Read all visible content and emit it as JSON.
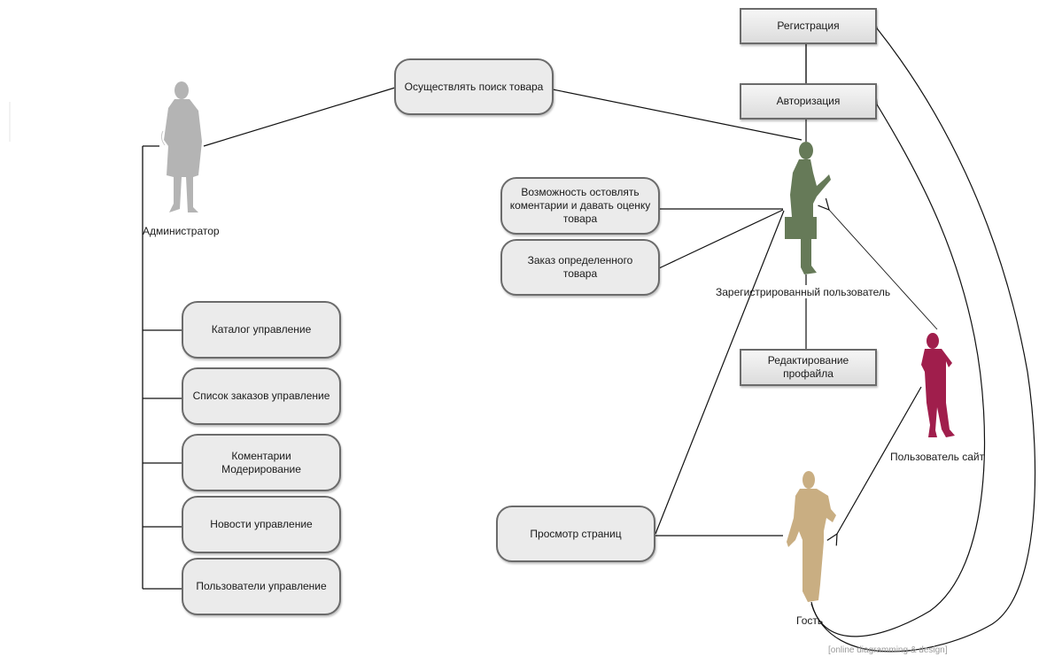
{
  "actors": {
    "admin": {
      "label": "Администратор",
      "color": "#b4b4b4"
    },
    "registered_user": {
      "label": "Зарегистрированный пользователь",
      "color": "#667a58"
    },
    "site_user": {
      "label": "Пользователь сайт",
      "color": "#a01e4c"
    },
    "guest": {
      "label": "Гость",
      "color": "#c9ae82"
    }
  },
  "use_cases": {
    "search": "Осуществлять поиск товара",
    "comment": "Возможность остовлять коментарии и давать оценку товара",
    "order": "Заказ определенного товара",
    "browse": "Просмотр страниц",
    "catalog": "Каталог управление",
    "orders_list": "Список заказов управление",
    "comments_moderation": "Коментарии Модерирование",
    "news": "Новости управление",
    "users": "Пользователи управление"
  },
  "processes": {
    "registration": "Регистрация",
    "authorization": "Авторизация",
    "profile_edit": "Редактирование профайла"
  },
  "watermark": "[online diagramming & design]"
}
